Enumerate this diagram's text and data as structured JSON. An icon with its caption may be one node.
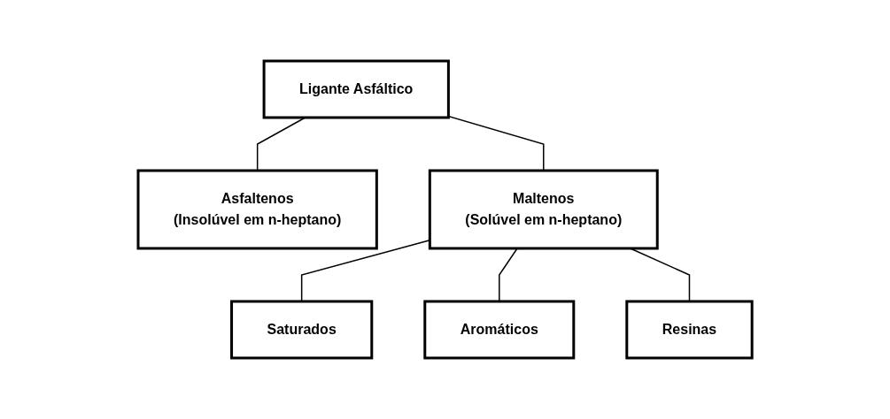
{
  "diagram": {
    "nodes": [
      {
        "text": [
          "Ligante Asfáltico"
        ]
      },
      {
        "text": [
          "Asfaltenos",
          "(Insolúvel em n-heptano)"
        ]
      },
      {
        "text": [
          "Maltenos",
          "(Solúvel em n-heptano)"
        ]
      },
      {
        "text": [
          "Saturados"
        ]
      },
      {
        "text": [
          "Aromáticos"
        ]
      },
      {
        "text": [
          "Resinas"
        ]
      }
    ],
    "edges": [
      {
        "from": 0,
        "to": 1,
        "arrow": "none"
      },
      {
        "from": 0,
        "to": 2,
        "arrow": "none"
      },
      {
        "from": 2,
        "to": 3,
        "arrow": "none"
      },
      {
        "from": 2,
        "to": 4,
        "arrow": "none"
      },
      {
        "from": 2,
        "to": 5,
        "arrow": "none"
      }
    ]
  }
}
